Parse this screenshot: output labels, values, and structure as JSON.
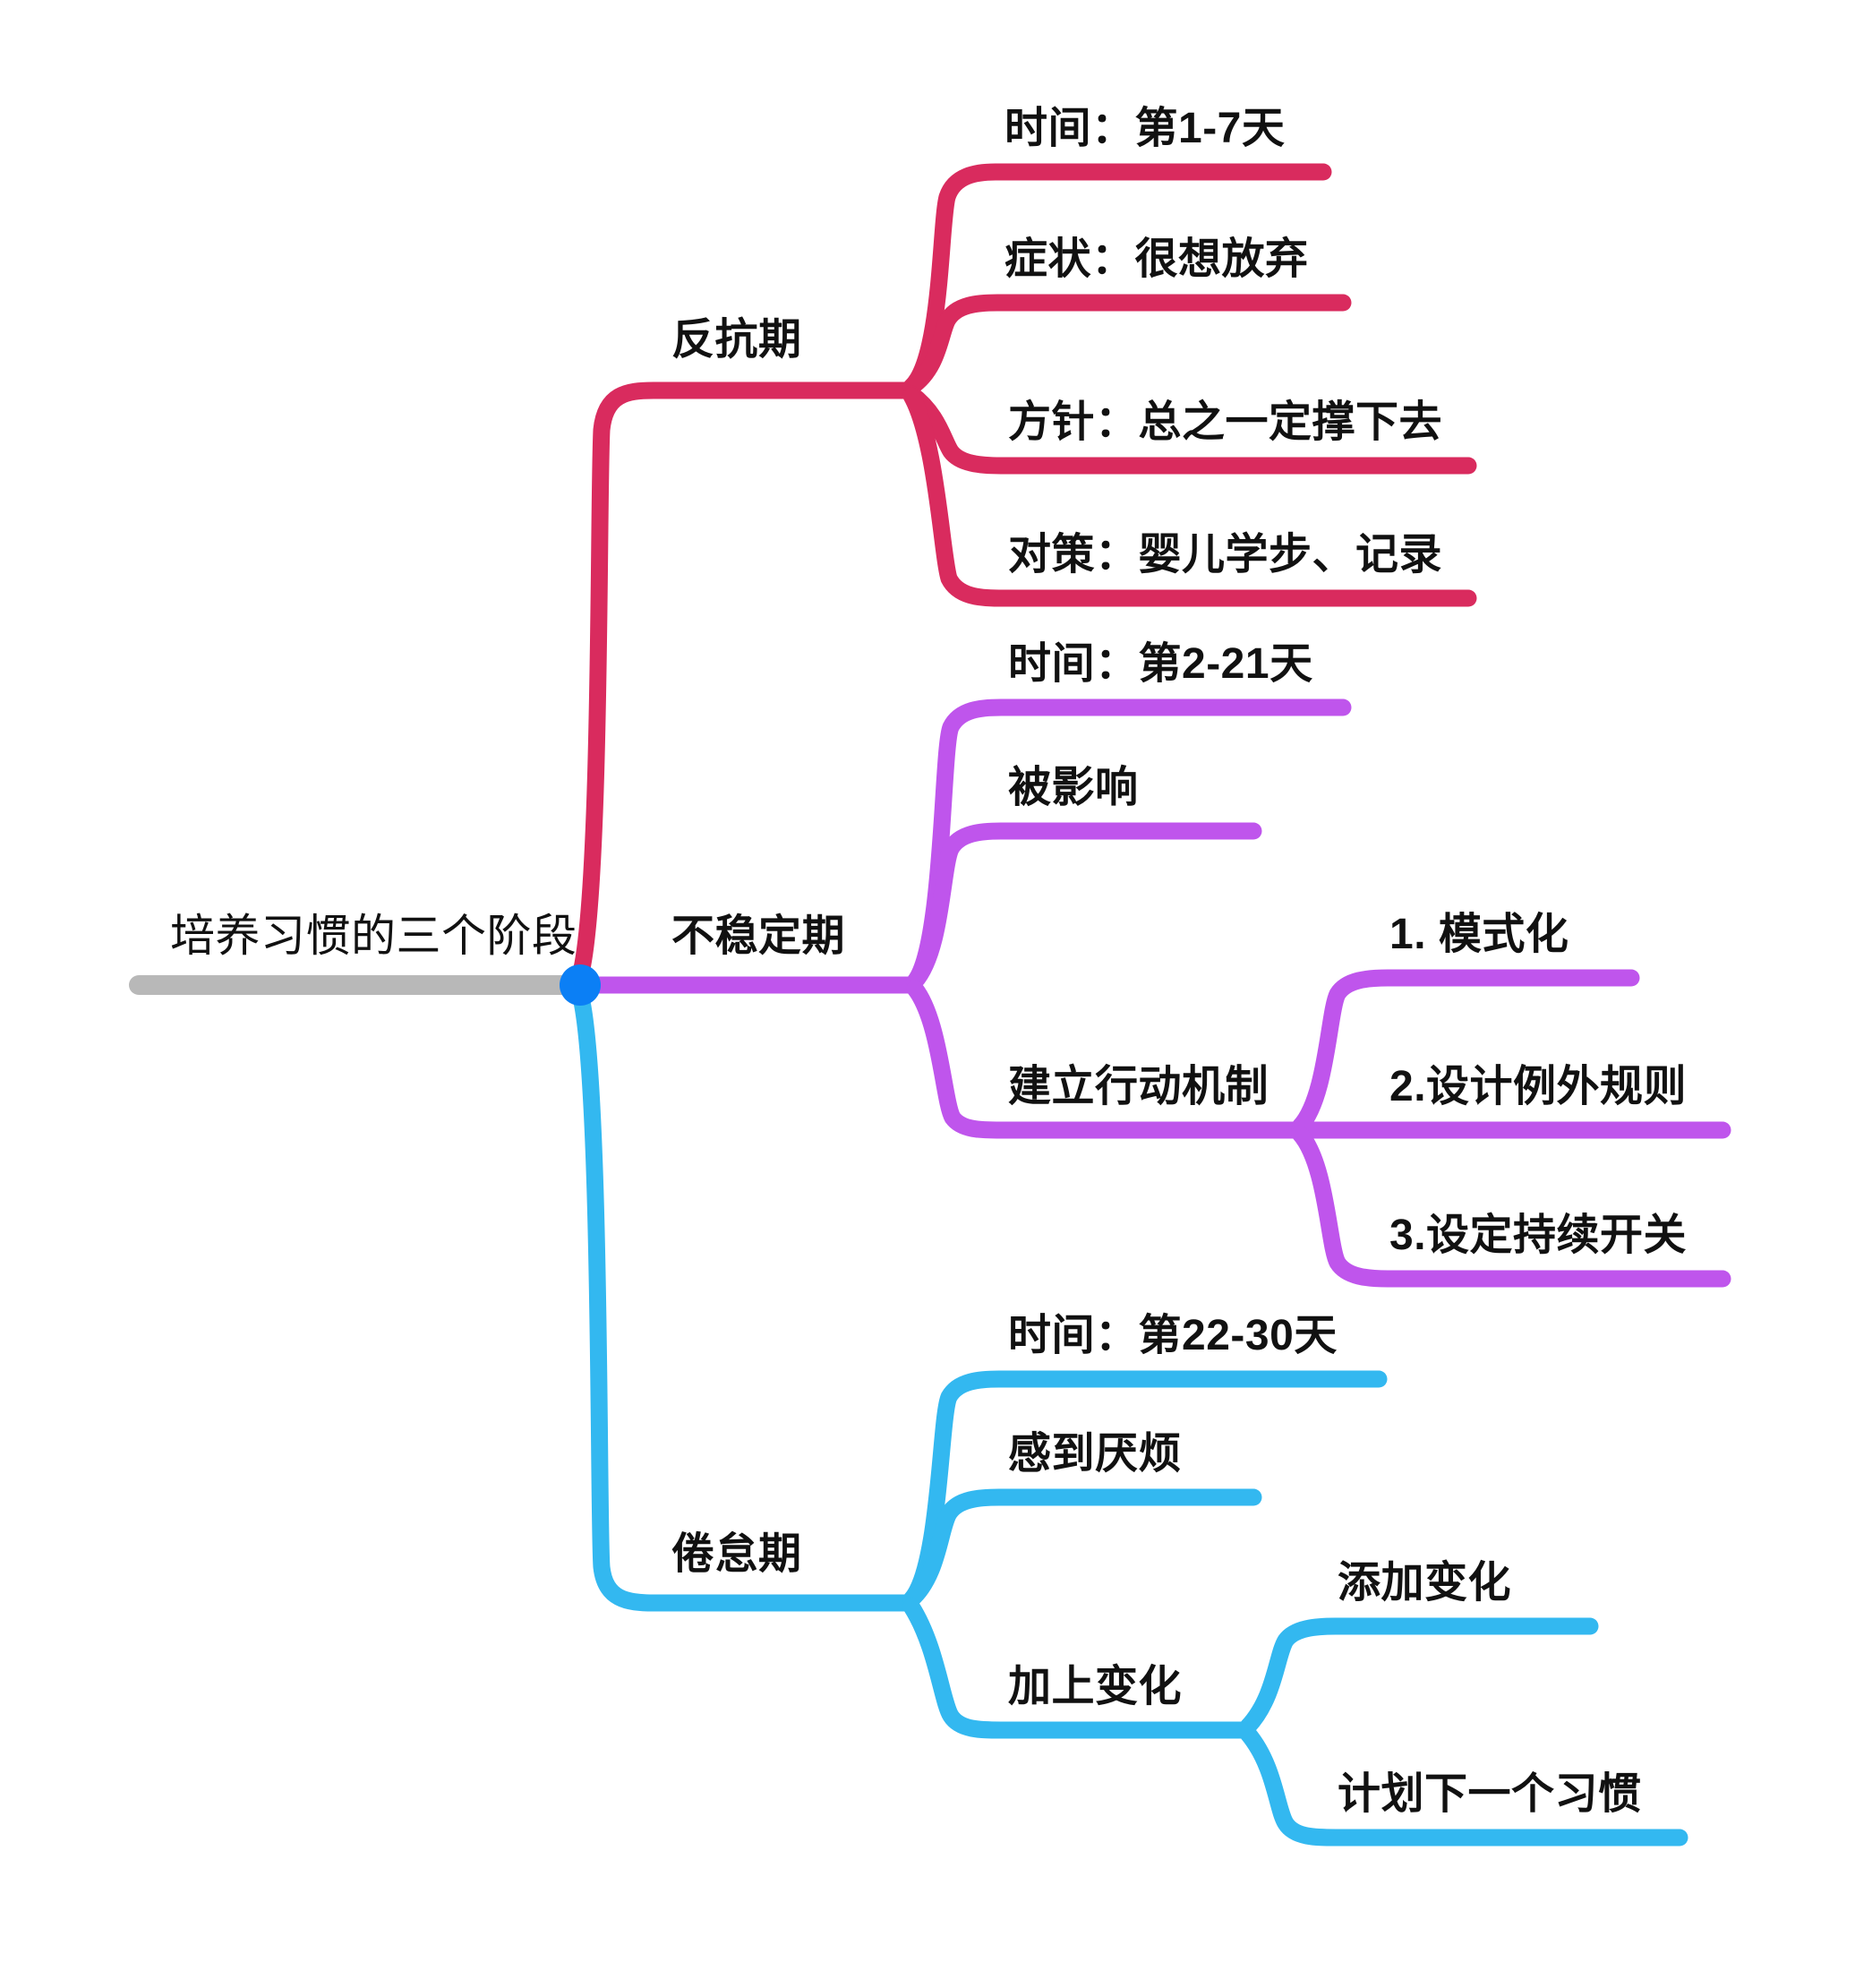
{
  "diagram": {
    "type": "mind-map",
    "title": "培养习惯的三个阶段",
    "colors": {
      "root_trunk": "#b8b8b8",
      "root_dot": "#0b7ff5",
      "branch_1": "#d92b5e",
      "branch_2": "#bf55ec",
      "branch_3": "#33b8f0",
      "text": "#111111",
      "background": "#ffffff"
    },
    "root": {
      "label": "培养习惯的三个阶段"
    },
    "branches": [
      {
        "label": "反抗期",
        "color_key": "branch_1",
        "children": [
          {
            "label": "时间：第1-7天",
            "children": []
          },
          {
            "label": "症状：很想放弃",
            "children": []
          },
          {
            "label": "方针：总之一定撑下去",
            "children": []
          },
          {
            "label": "对策：婴儿学步、记录",
            "children": []
          }
        ]
      },
      {
        "label": "不稳定期",
        "color_key": "branch_2",
        "children": [
          {
            "label": "时间：第2-21天",
            "children": []
          },
          {
            "label": "被影响",
            "children": []
          },
          {
            "label": "建立行动机制",
            "children": [
              {
                "label": "1. 模式化"
              },
              {
                "label": "2.设计例外规则"
              },
              {
                "label": "3.设定持续开关"
              }
            ]
          }
        ]
      },
      {
        "label": "倦怠期",
        "color_key": "branch_3",
        "children": [
          {
            "label": "时间：第22-30天",
            "children": []
          },
          {
            "label": "感到厌烦",
            "children": []
          },
          {
            "label": "加上变化",
            "children": [
              {
                "label": "添加变化"
              },
              {
                "label": "计划下一个习惯"
              }
            ]
          }
        ]
      }
    ]
  }
}
